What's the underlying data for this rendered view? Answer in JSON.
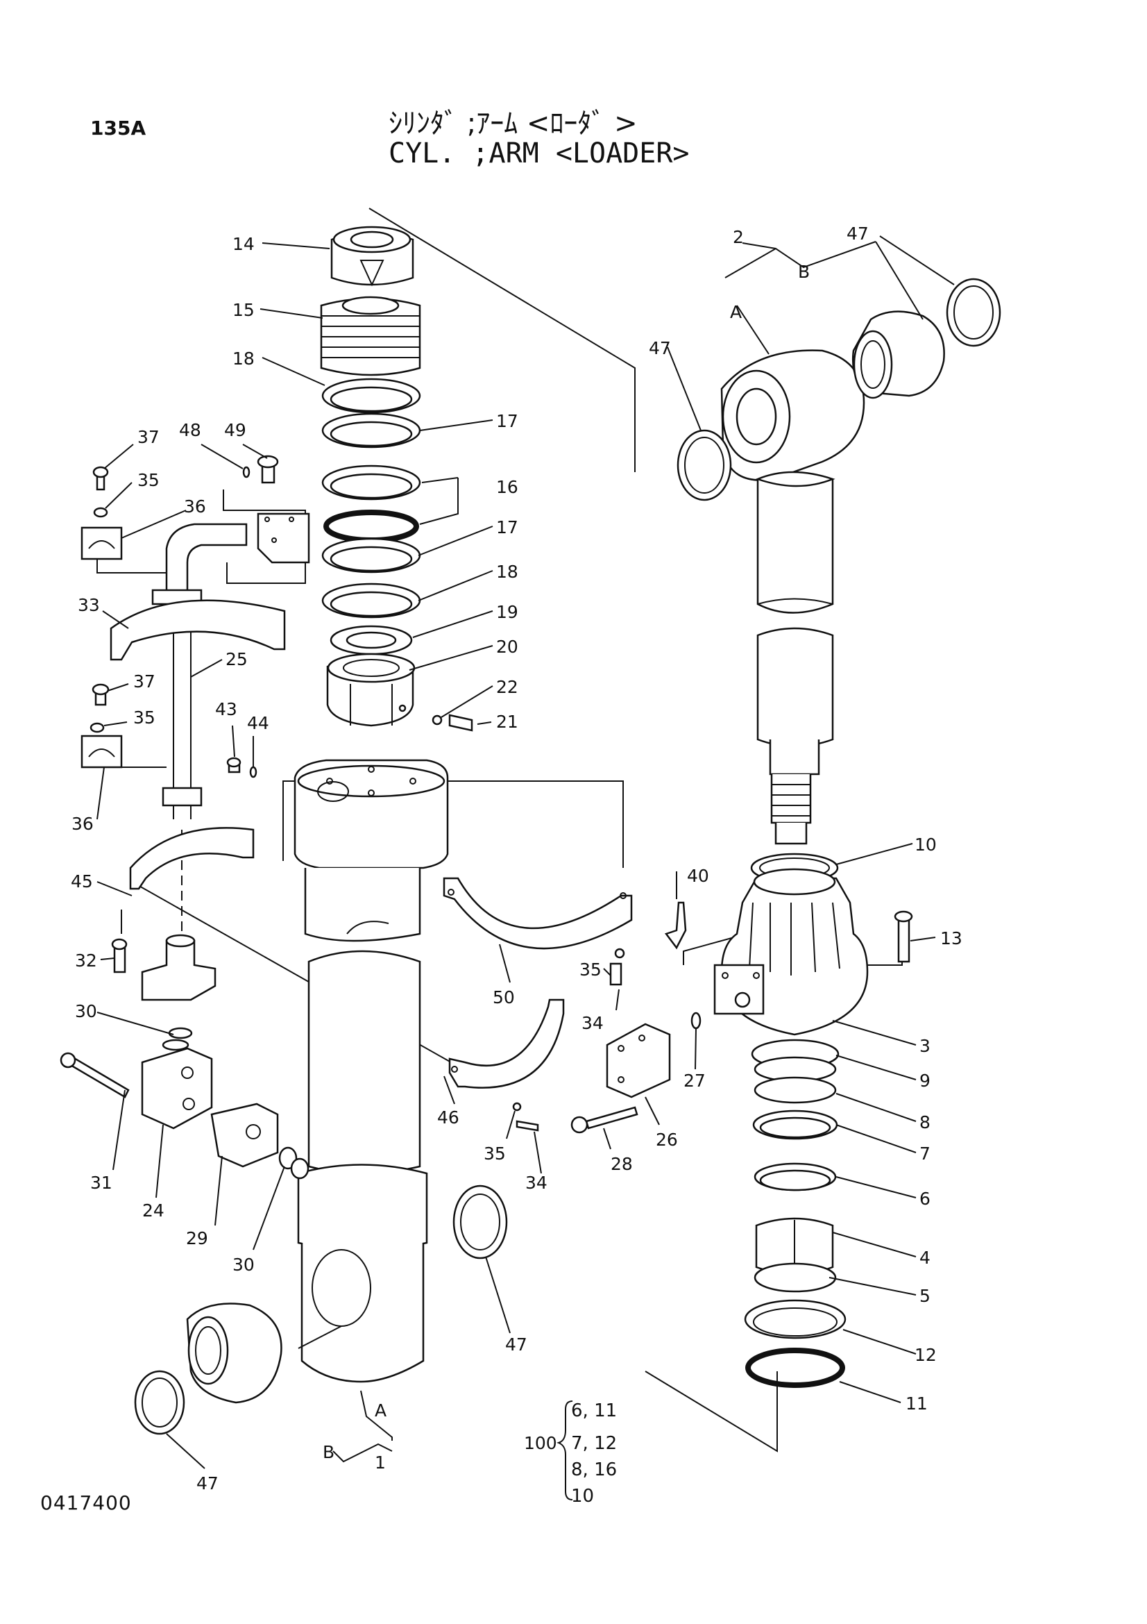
{
  "header": {
    "page_number": "135A",
    "title_jp": "ｼﾘﾝﾀﾞ ;ｱｰﾑ <ﾛｰﾀﾞ >",
    "title_en": "CYL. ;ARM <LOADER>"
  },
  "footer": {
    "drawing_number": "0417400"
  },
  "callouts": [
    {
      "key": "c14",
      "label": "14"
    },
    {
      "key": "c15",
      "label": "15"
    },
    {
      "key": "c18a",
      "label": "18"
    },
    {
      "key": "c17a",
      "label": "17"
    },
    {
      "key": "c16",
      "label": "16"
    },
    {
      "key": "c17b",
      "label": "17"
    },
    {
      "key": "c18b",
      "label": "18"
    },
    {
      "key": "c19",
      "label": "19"
    },
    {
      "key": "c20",
      "label": "20"
    },
    {
      "key": "c22",
      "label": "22"
    },
    {
      "key": "c21",
      "label": "21"
    },
    {
      "key": "c37a",
      "label": "37"
    },
    {
      "key": "c35a",
      "label": "35"
    },
    {
      "key": "c36a",
      "label": "36"
    },
    {
      "key": "c48",
      "label": "48"
    },
    {
      "key": "c49",
      "label": "49"
    },
    {
      "key": "c33",
      "label": "33"
    },
    {
      "key": "c25",
      "label": "25"
    },
    {
      "key": "c37b",
      "label": "37"
    },
    {
      "key": "c35b",
      "label": "35"
    },
    {
      "key": "c43",
      "label": "43"
    },
    {
      "key": "c44",
      "label": "44"
    },
    {
      "key": "c36b",
      "label": "36"
    },
    {
      "key": "c45",
      "label": "45"
    },
    {
      "key": "c32",
      "label": "32"
    },
    {
      "key": "c30a",
      "label": "30"
    },
    {
      "key": "c31",
      "label": "31"
    },
    {
      "key": "c24",
      "label": "24"
    },
    {
      "key": "c29",
      "label": "29"
    },
    {
      "key": "c30b",
      "label": "30"
    },
    {
      "key": "c50",
      "label": "50"
    },
    {
      "key": "c35c",
      "label": "35"
    },
    {
      "key": "c34a",
      "label": "34"
    },
    {
      "key": "c46",
      "label": "46"
    },
    {
      "key": "c35d",
      "label": "35"
    },
    {
      "key": "c34b",
      "label": "34"
    },
    {
      "key": "c28",
      "label": "28"
    },
    {
      "key": "c26",
      "label": "26"
    },
    {
      "key": "c27",
      "label": "27"
    },
    {
      "key": "c47a",
      "label": "47"
    },
    {
      "key": "c47b",
      "label": "47"
    },
    {
      "key": "c47c",
      "label": "47"
    },
    {
      "key": "c47d",
      "label": "47"
    },
    {
      "key": "c2",
      "label": "2"
    },
    {
      "key": "cA1",
      "label": "A"
    },
    {
      "key": "cB1",
      "label": "B"
    },
    {
      "key": "c10",
      "label": "10"
    },
    {
      "key": "c40",
      "label": "40"
    },
    {
      "key": "c13",
      "label": "13"
    },
    {
      "key": "c3",
      "label": "3"
    },
    {
      "key": "c9",
      "label": "9"
    },
    {
      "key": "c8",
      "label": "8"
    },
    {
      "key": "c7",
      "label": "7"
    },
    {
      "key": "c6",
      "label": "6"
    },
    {
      "key": "c4",
      "label": "4"
    },
    {
      "key": "c5",
      "label": "5"
    },
    {
      "key": "c12",
      "label": "12"
    },
    {
      "key": "c11",
      "label": "11"
    },
    {
      "key": "cA2",
      "label": "A"
    },
    {
      "key": "cB2",
      "label": "B"
    },
    {
      "key": "c1",
      "label": "1"
    }
  ],
  "seal_kit": {
    "kit_number": "100",
    "rows": [
      "6, 11",
      "7, 12",
      "8, 16",
      "10"
    ]
  }
}
